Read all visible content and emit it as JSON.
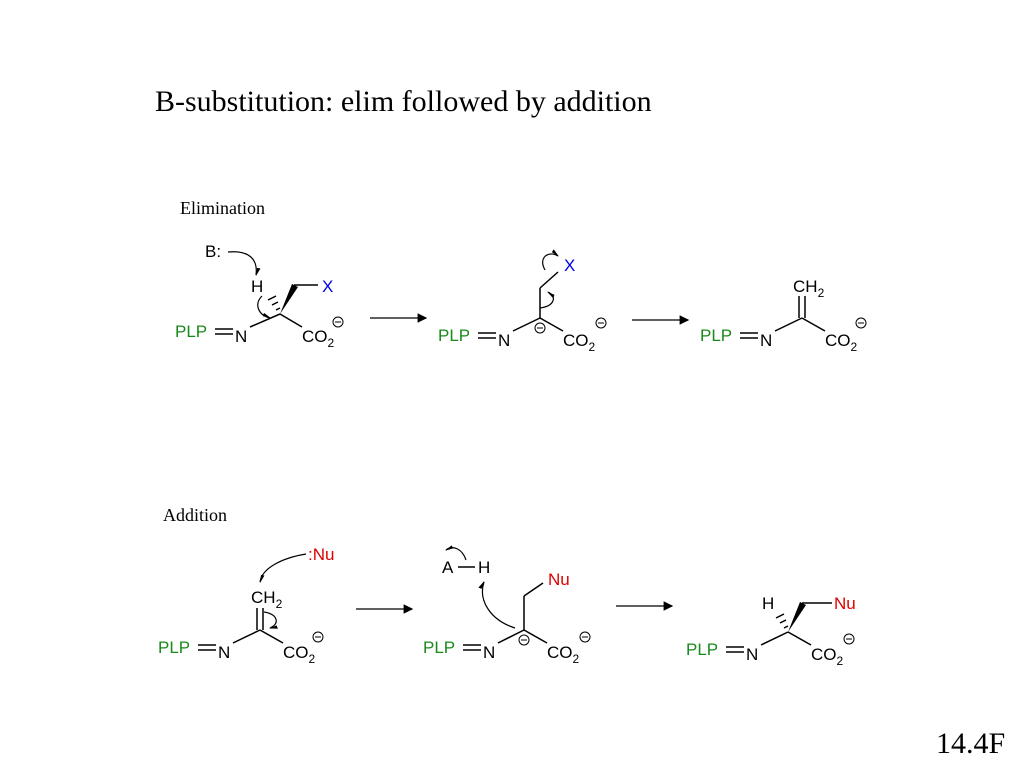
{
  "title": "B-substitution: elim followed by addition",
  "sections": {
    "elimination": "Elimination",
    "addition": "Addition"
  },
  "slide_number": "14.4F",
  "labels": {
    "plp": "PLP",
    "n": "N",
    "co": "CO",
    "two": "2",
    "h": "H",
    "x": "X",
    "base": "B:",
    "ch": "CH",
    "nucleophile": ":Nu",
    "nu": "Nu",
    "acid": "A",
    "minus": "−"
  },
  "colors": {
    "plp": "#1a8a1a",
    "leaving_group": "#0000ee",
    "nucleophile": "#e00000"
  }
}
